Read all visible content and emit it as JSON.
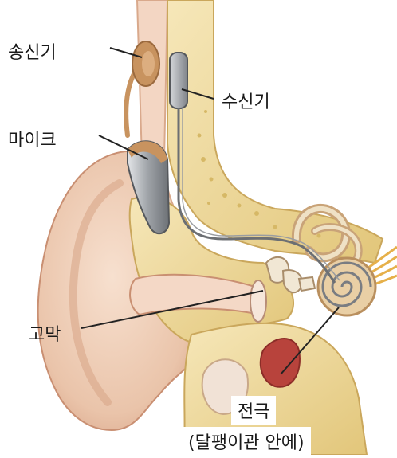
{
  "labels": {
    "transmitter": "송신기",
    "receiver": "수신기",
    "microphone": "마이크",
    "eardrum": "고막",
    "electrode": "전극",
    "electrode_note": "(달팽이관 안에)"
  },
  "colors": {
    "skin": "#f2d3bd",
    "skin_shadow": "#d9a98c",
    "bone": "#f0dca0",
    "bone_dark": "#d9bd6d",
    "tissue_red": "#b8433c",
    "device_gray": "#a6a9ad",
    "device_tan": "#c8935f",
    "wire": "#6c6f73",
    "leader": "#222222"
  }
}
